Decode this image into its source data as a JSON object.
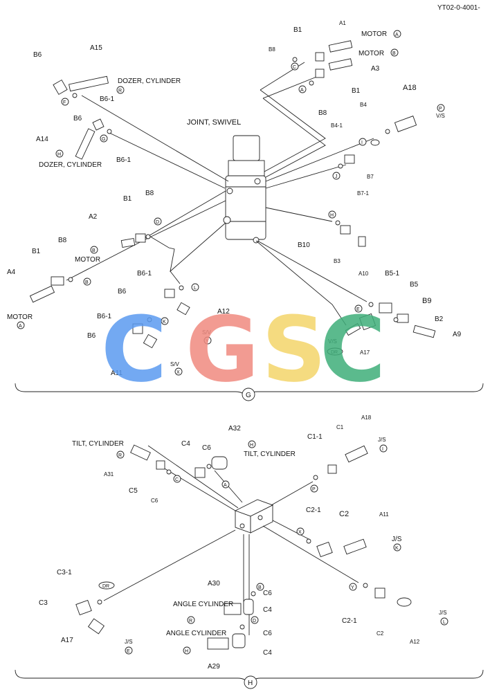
{
  "header": {
    "doc_code": "YT02-0-4001-"
  },
  "watermark": {
    "letters": [
      "C",
      "G",
      "S",
      "C"
    ],
    "colors": [
      "#5b9bf0",
      "#f08a80",
      "#f4d56a",
      "#3fae7a"
    ]
  },
  "section_g": {
    "marker": "G",
    "title": "JOINT, SWIVEL",
    "labels": {
      "b1_a": "B1",
      "a1": "A1",
      "motor_a_top": "MOTOR",
      "b8_a": "B8",
      "motor_b_top": "MOTOR",
      "a3": "A3",
      "b1_b": "B1",
      "a18": "A18",
      "vs_p": "V/S",
      "b4": "B4",
      "b8_b": "B8",
      "b4_1": "B4-1",
      "b7": "B7",
      "b7_1": "B7-1",
      "b6_top": "B6",
      "a15": "A15",
      "dozer_cyl_r": "DOZER, CYLINDER",
      "b6_1_a": "B6-1",
      "b6_mid": "B6",
      "a14": "A14",
      "b6_1_b": "B6-1",
      "dozer_cyl_h": "DOZER, CYLINDER",
      "b1_c": "B1",
      "b8_c": "B8",
      "a2": "A2",
      "motor_b_left": "MOTOR",
      "b1_d": "B1",
      "b8_d": "B8",
      "a4": "A4",
      "motor_a_left": "MOTOR",
      "b10": "B10",
      "b3": "B3",
      "a10": "A10",
      "b6_1_c": "B6-1",
      "b6_low": "B6",
      "a12": "A12",
      "sv_y": "S/V",
      "b6_1_d": "B6-1",
      "b6_bot": "B6",
      "a11": "A11",
      "sv_x": "S/V",
      "b5_1": "B5-1",
      "b5": "B5",
      "b9": "B9",
      "b2": "B2",
      "a9": "A9",
      "vs_dr": "V/S",
      "a17": "A17"
    },
    "circles": {
      "motor_a": "A",
      "motor_b": "B",
      "r": "R",
      "f": "F",
      "g": "G",
      "h": "H",
      "c": "C",
      "a": "A",
      "p": "P",
      "i": "I",
      "j": "J",
      "d": "D",
      "b": "B",
      "e": "E",
      "l": "L",
      "k": "K",
      "y": "Y",
      "x": "X",
      "dr": "DR"
    }
  },
  "section_h": {
    "marker": "H",
    "labels": {
      "tilt_cyl_r": "TILT, CYLINDER",
      "a31": "A31",
      "c5": "C5",
      "c6_a": "C6",
      "c4_a": "C4",
      "c6_b": "C6",
      "a32": "A32",
      "tilt_cyl_h": "TILT, CYLINDER",
      "c1_1": "C1-1",
      "c1": "C1",
      "a18": "A18",
      "js_i": "J/S",
      "c2_1_a": "C2-1",
      "c2": "C2",
      "a11": "A11",
      "js_k": "J/S",
      "c3_1": "C3-1",
      "c3": "C3",
      "a17": "A17",
      "js_e": "J/S",
      "a30": "A30",
      "angle_cyl_r": "ANGLE CYLINDER",
      "c6_c": "C6",
      "c4_b": "C4",
      "c6_d": "C6",
      "c4_c": "C4",
      "angle_cyl_h": "ANGLE CYLINDER",
      "a29": "A29",
      "c2_1_b": "C2-1",
      "c2_b": "C2",
      "a12": "A12",
      "js_l": "J/S"
    },
    "circles": {
      "r_tilt": "R",
      "h_tilt": "H",
      "c": "C",
      "a": "A",
      "p": "P",
      "i": "I",
      "x": "X",
      "k": "K",
      "dr": "DR",
      "e": "E",
      "b": "B",
      "d": "D",
      "r_angle": "R",
      "h_angle": "H",
      "y": "Y",
      "l": "L"
    }
  }
}
